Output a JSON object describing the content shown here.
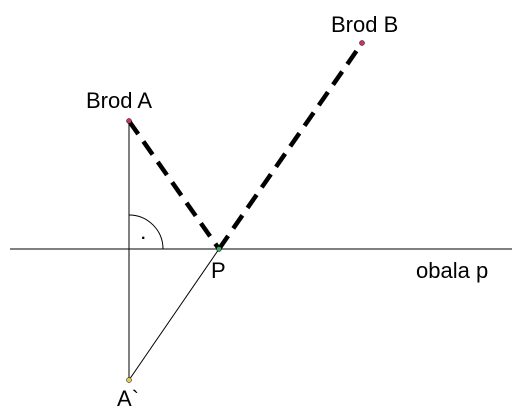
{
  "diagram": {
    "labels": {
      "ship_a": "Brod A",
      "ship_b": "Brod B",
      "point_p": "P",
      "shore": "obala p",
      "reflection": "A`"
    },
    "colors": {
      "line": "#000000",
      "point_a": "#cc3366",
      "point_b": "#cc3366",
      "point_p": "#33aa55",
      "point_a_reflected": "#e6c84a"
    },
    "right_angle_mark": "·"
  }
}
